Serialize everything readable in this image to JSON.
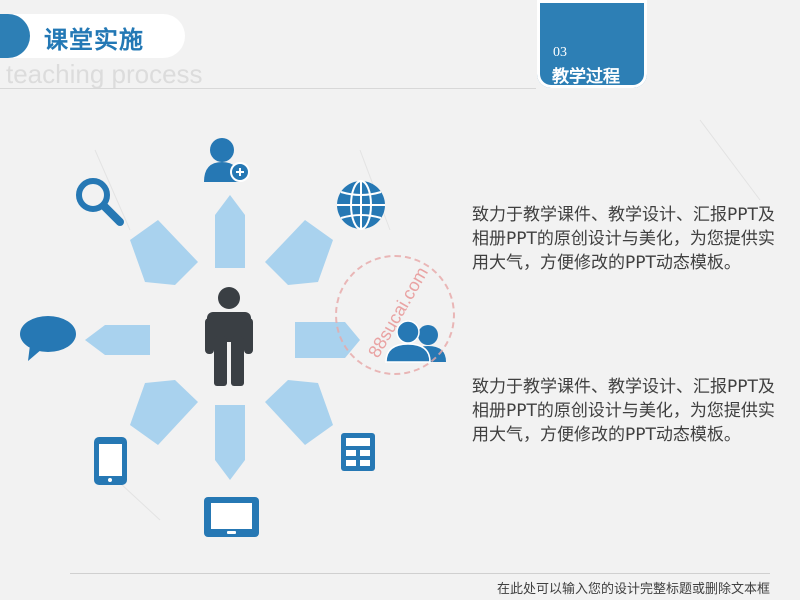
{
  "header": {
    "title": "课堂实施",
    "subtitle": "teaching process"
  },
  "corner": {
    "number": "03",
    "label": "教学过程"
  },
  "content": {
    "paragraph_1": "致力于教学课件、教学设计、汇报PPT及相册PPT的原创设计与美化，为您提供实用大气，方便修改的PPT动态模板。",
    "paragraph_2": "致力于教学课件、教学设计、汇报PPT及相册PPT的原创设计与美化，为您提供实用大气，方便修改的PPT动态模板。"
  },
  "watermark": "88sucai.com",
  "footer": {
    "text": "在此处可以输入您的设计完整标题或删除文本框"
  },
  "diagram": {
    "center_icon": "person-icon",
    "icons": [
      "add-user-icon",
      "globe-icon",
      "users-icon",
      "calculator-icon",
      "tablet-landscape-icon",
      "phone-icon",
      "chat-bubble-icon",
      "search-icon"
    ]
  },
  "colors": {
    "accent": "#2d7fb5",
    "arrow_fill": "#a9d2ee",
    "center_figure": "#3a3f44",
    "background": "#f2f2f2"
  }
}
